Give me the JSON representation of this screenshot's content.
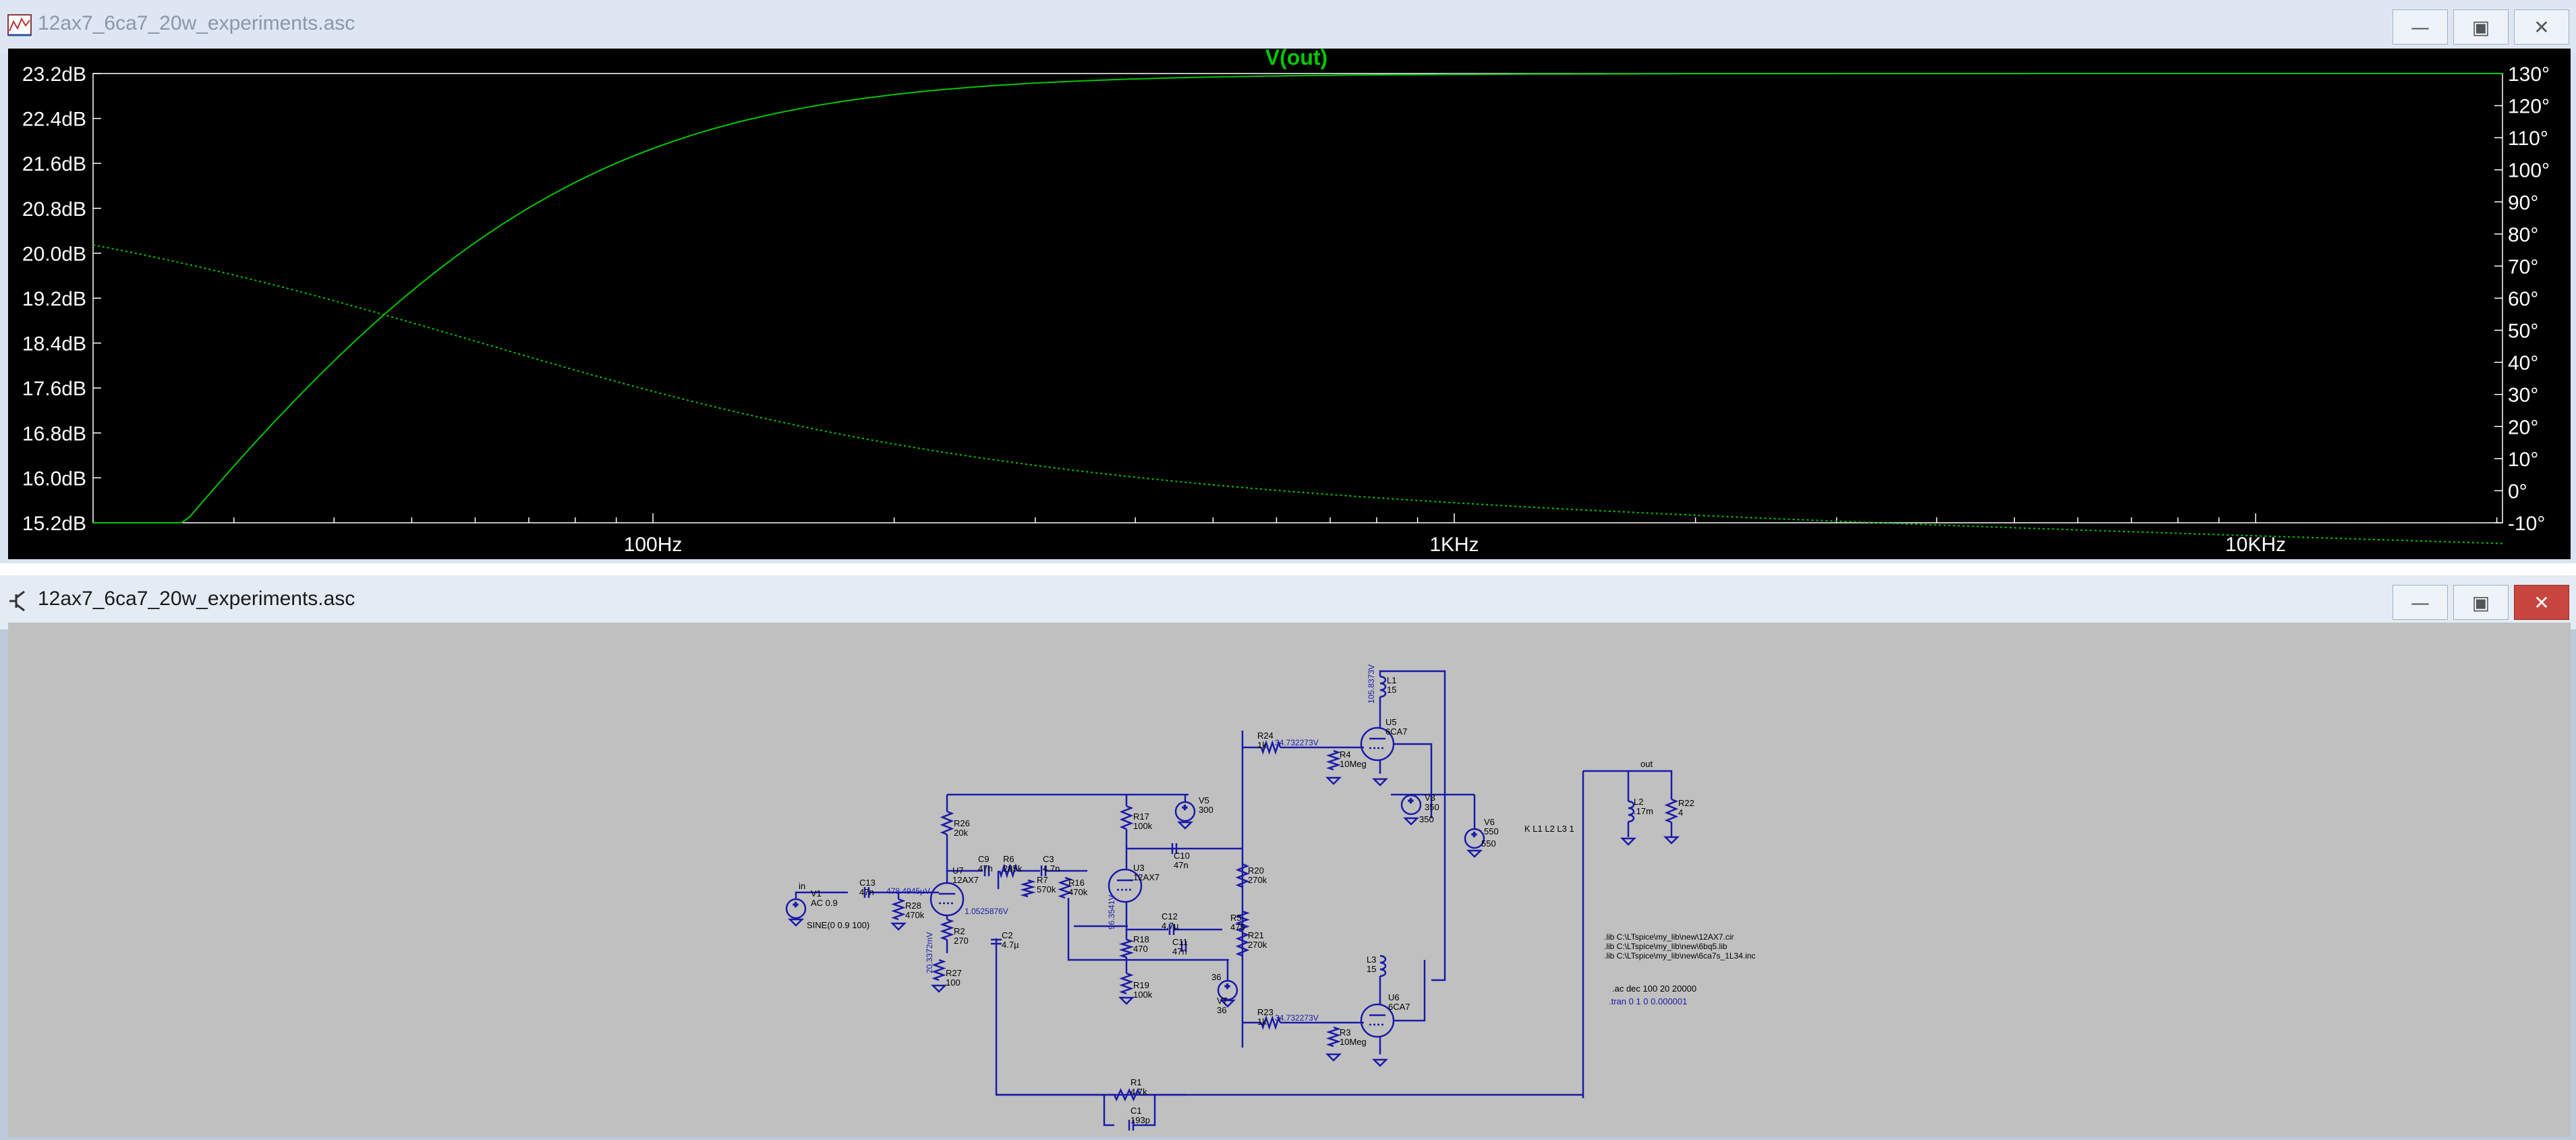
{
  "plot_window": {
    "title": "12ax7_6ca7_20w_experiments.asc",
    "trace_name": "V(out)",
    "left_axis_ticks": [
      "23.2dB",
      "22.4dB",
      "21.6dB",
      "20.8dB",
      "20.0dB",
      "19.2dB",
      "18.4dB",
      "17.6dB",
      "16.8dB",
      "16.0dB",
      "15.2dB"
    ],
    "right_axis_ticks": [
      "130°",
      "120°",
      "110°",
      "100°",
      "90°",
      "80°",
      "70°",
      "60°",
      "50°",
      "40°",
      "30°",
      "20°",
      "10°",
      "0°",
      "-10°"
    ],
    "x_axis_ticks": [
      "100Hz",
      "1KHz",
      "10KHz"
    ],
    "trace_color": "#00c800"
  },
  "schematic_window": {
    "title": "12ax7_6ca7_20w_experiments.asc",
    "components": [
      {
        "ref": "V1",
        "lines": [
          "AC 0.9",
          "SINE(0 0.9 100)"
        ]
      },
      {
        "ref": "C13",
        "value": "47n"
      },
      {
        "ref": "R28",
        "value": "470k"
      },
      {
        "ref": "R26",
        "value": "20k"
      },
      {
        "ref": "U7",
        "value": "12AX7"
      },
      {
        "ref": "R2",
        "value": "270"
      },
      {
        "ref": "R27",
        "value": "100"
      },
      {
        "ref": "C2",
        "value": "4.7µ"
      },
      {
        "ref": "C9",
        "value": "47n"
      },
      {
        "ref": "R6",
        "value": "285k"
      },
      {
        "ref": "C3",
        "value": "4.7n"
      },
      {
        "ref": "R7",
        "value": "570k"
      },
      {
        "ref": "R16",
        "value": "470k"
      },
      {
        "ref": "R17",
        "value": "100k"
      },
      {
        "ref": "V5",
        "value": "300"
      },
      {
        "ref": "U3",
        "value": "12AX7"
      },
      {
        "ref": "C10",
        "value": "47n"
      },
      {
        "ref": "R18",
        "value": "470"
      },
      {
        "ref": "C12",
        "value": "4.7µ"
      },
      {
        "ref": "C11",
        "value": "47n"
      },
      {
        "ref": "R19",
        "value": "100k"
      },
      {
        "ref": "V7",
        "value": "36"
      },
      {
        "ref": "R5",
        "value": "475"
      },
      {
        "ref": "R20",
        "value": "270k"
      },
      {
        "ref": "R21",
        "value": "270k"
      },
      {
        "ref": "R24",
        "value": "1k"
      },
      {
        "ref": "R4",
        "value": "10Meg"
      },
      {
        "ref": "U5",
        "value": "6CA7"
      },
      {
        "ref": "L1",
        "value": "15"
      },
      {
        "ref": "V3",
        "value": "350"
      },
      {
        "ref": "V6",
        "value": "550"
      },
      {
        "ref": "L3",
        "value": "15"
      },
      {
        "ref": "U6",
        "value": "6CA7"
      },
      {
        "ref": "R23",
        "value": "1k"
      },
      {
        "ref": "R3",
        "value": "10Meg"
      },
      {
        "ref": "L2",
        "value": ".17m"
      },
      {
        "ref": "R22",
        "value": "4"
      },
      {
        "ref": "R1",
        "value": "4.7k"
      },
      {
        "ref": "C1",
        "value": "193p"
      }
    ],
    "net_labels": [
      "in",
      "out"
    ],
    "op_labels": [
      "478.4945μV",
      "1.0525876V",
      "34.732273V",
      "34.732273V",
      "20.3372mV",
      "96.3541V",
      "105.8373V"
    ],
    "coupling": "K L1 L2 L3 1",
    "lib_lines": [
      ".lib C:\\LTspice\\my_lib\\new\\12AX7.cir",
      ".lib C:\\LTspice\\my_lib\\new\\6bq5.lib",
      ".lib C:\\LTspice\\my_lib\\new\\6ca7s_1L34.inc"
    ],
    "ac_directive": ".ac dec 100 20 20000",
    "tran_directive": ".tran 0 1 0 0.000001"
  }
}
